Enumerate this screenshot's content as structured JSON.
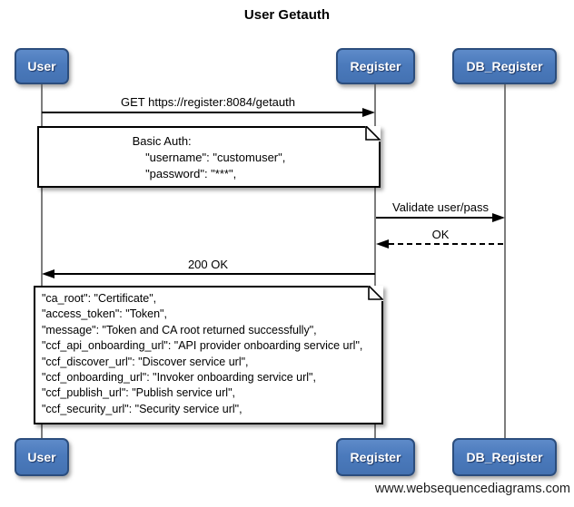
{
  "diagram": {
    "title": "User Getauth"
  },
  "actors": [
    {
      "label": "User"
    },
    {
      "label": "Register"
    },
    {
      "label": "DB_Register"
    }
  ],
  "messages": [
    {
      "label": "GET https://register:8084/getauth",
      "from": "User",
      "to": "Register",
      "line": "solid"
    },
    {
      "label": "Validate user/pass",
      "from": "Register",
      "to": "DB_Register",
      "line": "solid"
    },
    {
      "label": "OK",
      "from": "DB_Register",
      "to": "Register",
      "line": "dashed"
    },
    {
      "label": "200 OK",
      "from": "Register",
      "to": "User",
      "line": "solid"
    }
  ],
  "notes": [
    {
      "lines": [
        "Basic Auth:",
        "    \"username\": \"customuser\",",
        "    \"password\": \"***\","
      ]
    },
    {
      "lines": [
        "\"ca_root\": \"Certificate\",",
        "\"access_token\": \"Token\",",
        "\"message\": \"Token and CA root returned successfully\",",
        "\"ccf_api_onboarding_url\": \"API provider onboarding service url\",",
        "\"ccf_discover_url\": \"Discover service url\",",
        "\"ccf_onboarding_url\": \"Invoker onboarding service url\",",
        "\"ccf_publish_url\": \"Publish service url\",",
        "\"ccf_security_url\": \"Security service url\","
      ]
    }
  ],
  "footer": {
    "watermark": "www.websequencediagrams.com"
  },
  "colors": {
    "actor_fill": "#4b7abc",
    "actor_border": "#2b4d7d",
    "actor_text": "#ffffff",
    "lifeline": "#7d7d7d",
    "arrow": "#000000",
    "note_fill": "#ffffff",
    "note_border": "#000000",
    "background": "#ffffff"
  }
}
